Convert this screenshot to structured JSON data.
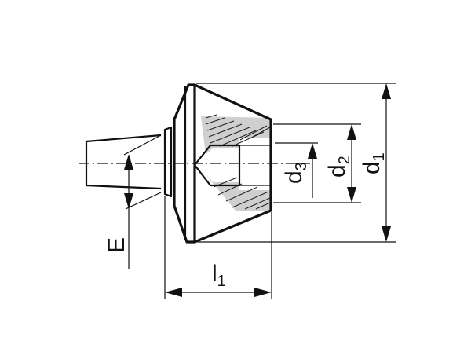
{
  "labels": {
    "d1": {
      "main": "d",
      "sub": "1"
    },
    "d2": {
      "main": "d",
      "sub": "2"
    },
    "d3": {
      "main": "d",
      "sub": "3"
    },
    "l1": {
      "main": "l",
      "sub": "1"
    },
    "e": {
      "main": "E"
    }
  }
}
